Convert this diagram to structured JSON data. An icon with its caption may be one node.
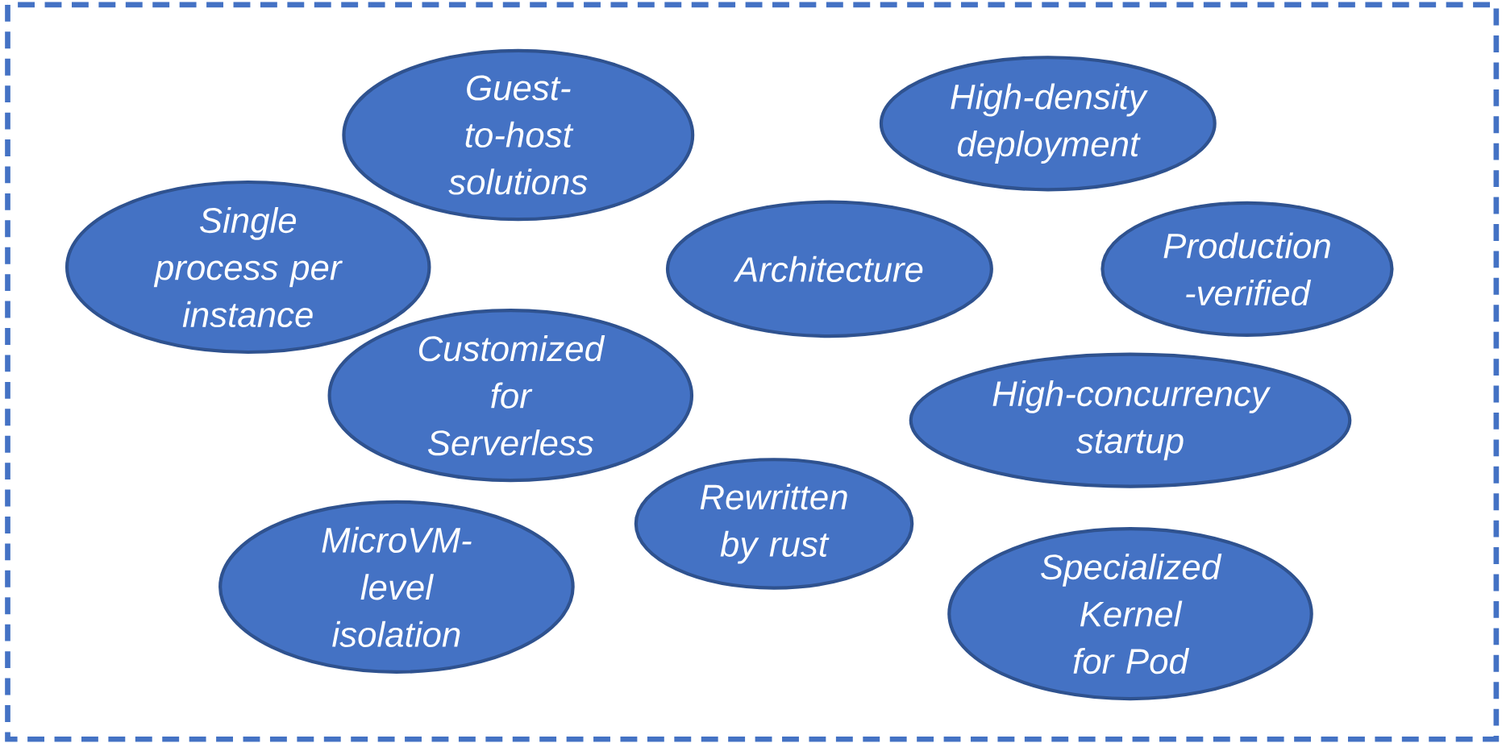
{
  "diagram": {
    "nodes": [
      {
        "text": [
          "Guest-to-host solutions"
        ]
      },
      {
        "text": [
          "High-density deployment"
        ]
      },
      {
        "text": [
          "Single process per instance"
        ]
      },
      {
        "text": [
          "Architecture"
        ]
      },
      {
        "text": [
          "Production -verified"
        ]
      },
      {
        "text": [
          "Customized for Serverless"
        ]
      },
      {
        "text": [
          "High-concurrency startup"
        ]
      },
      {
        "text": [
          "Rewritten by rust"
        ]
      },
      {
        "text": [
          "MicroVM- level isolation"
        ]
      },
      {
        "text": [
          "Specialized Kernel for Pod"
        ]
      }
    ]
  }
}
